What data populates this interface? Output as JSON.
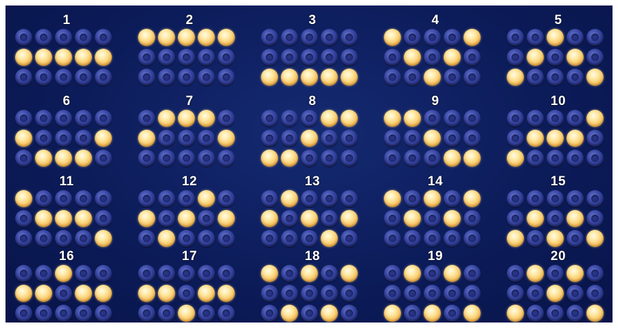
{
  "paylines": [
    {
      "number": "1",
      "pattern": [
        1,
        1,
        1,
        1,
        1
      ]
    },
    {
      "number": "2",
      "pattern": [
        0,
        0,
        0,
        0,
        0
      ]
    },
    {
      "number": "3",
      "pattern": [
        2,
        2,
        2,
        2,
        2
      ]
    },
    {
      "number": "4",
      "pattern": [
        0,
        1,
        2,
        1,
        0
      ]
    },
    {
      "number": "5",
      "pattern": [
        2,
        1,
        0,
        1,
        2
      ]
    },
    {
      "number": "6",
      "pattern": [
        1,
        2,
        2,
        2,
        1
      ]
    },
    {
      "number": "7",
      "pattern": [
        1,
        0,
        0,
        0,
        1
      ]
    },
    {
      "number": "8",
      "pattern": [
        2,
        2,
        1,
        0,
        0
      ]
    },
    {
      "number": "9",
      "pattern": [
        0,
        0,
        1,
        2,
        2
      ]
    },
    {
      "number": "10",
      "pattern": [
        2,
        1,
        1,
        1,
        0
      ]
    },
    {
      "number": "11",
      "pattern": [
        0,
        1,
        1,
        1,
        2
      ]
    },
    {
      "number": "12",
      "pattern": [
        1,
        2,
        1,
        0,
        1
      ]
    },
    {
      "number": "13",
      "pattern": [
        1,
        0,
        1,
        2,
        1
      ]
    },
    {
      "number": "14",
      "pattern": [
        0,
        1,
        0,
        1,
        0
      ]
    },
    {
      "number": "15",
      "pattern": [
        2,
        1,
        2,
        1,
        2
      ]
    },
    {
      "number": "16",
      "pattern": [
        1,
        1,
        0,
        1,
        1
      ]
    },
    {
      "number": "17",
      "pattern": [
        1,
        1,
        2,
        1,
        1
      ]
    },
    {
      "number": "18",
      "pattern": [
        0,
        2,
        0,
        2,
        0
      ]
    },
    {
      "number": "19",
      "pattern": [
        2,
        0,
        2,
        0,
        2
      ]
    },
    {
      "number": "20",
      "pattern": [
        2,
        0,
        1,
        0,
        2
      ]
    }
  ]
}
